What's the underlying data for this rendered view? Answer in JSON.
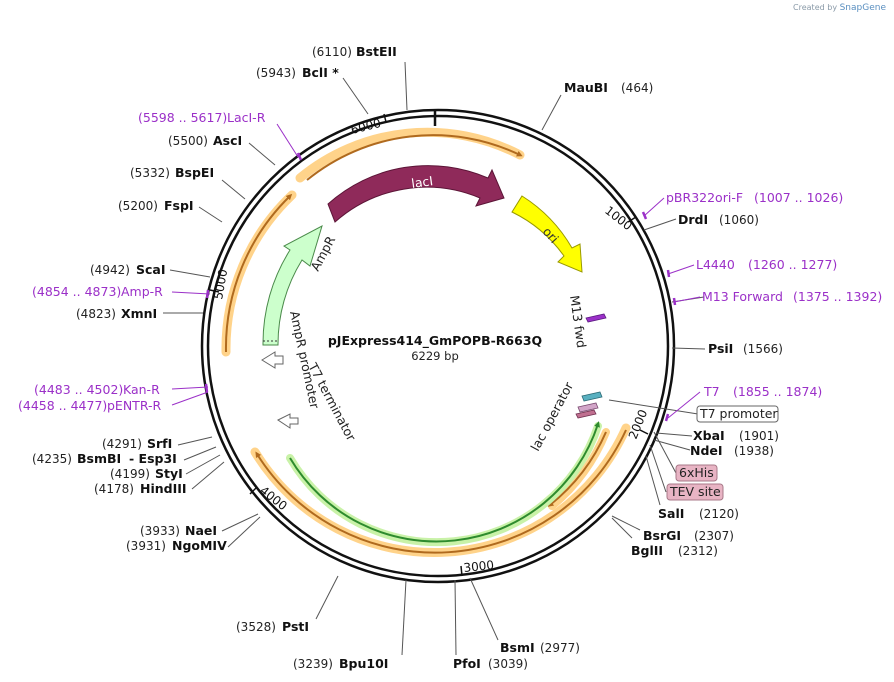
{
  "header": {
    "created_by": "Created by",
    "brand": "SnapGene"
  },
  "plasmid": {
    "name": "pJExpress414_GmPOPB-R663Q",
    "size_label": "6229 bp",
    "length": 6229
  },
  "tick_labels": [
    "1000",
    "2000",
    "3000",
    "4000",
    "5000",
    "6000"
  ],
  "enzymes": [
    {
      "name": "BstEII",
      "pos": "(6110)"
    },
    {
      "name": "BclI *",
      "pos": "(5943)"
    },
    {
      "name": "AscI",
      "pos": "(5500)"
    },
    {
      "name": "BspEI",
      "pos": "(5332)"
    },
    {
      "name": "FspI",
      "pos": "(5200)"
    },
    {
      "name": "ScaI",
      "pos": "(4942)"
    },
    {
      "name": "XmnI",
      "pos": "(4823)"
    },
    {
      "name": "SrfI",
      "pos": "(4291)"
    },
    {
      "name": "BsmBI",
      "pos": "(4235)",
      "extra": "- Esp3I"
    },
    {
      "name": "StyI",
      "pos": "(4199)"
    },
    {
      "name": "HindIII",
      "pos": "(4178)"
    },
    {
      "name": "NaeI",
      "pos": "(3933)"
    },
    {
      "name": "NgoMIV",
      "pos": "(3931)"
    },
    {
      "name": "PstI",
      "pos": "(3528)"
    },
    {
      "name": "Bpu10I",
      "pos": "(3239)"
    },
    {
      "name": "PfoI",
      "pos": "(3039)"
    },
    {
      "name": "BsmI",
      "pos": "(2977)"
    },
    {
      "name": "BglII",
      "pos": "(2312)"
    },
    {
      "name": "BsrGI",
      "pos": "(2307)"
    },
    {
      "name": "SalI",
      "pos": "(2120)"
    },
    {
      "name": "NdeI",
      "pos": "(1938)"
    },
    {
      "name": "XbaI",
      "pos": "(1901)"
    },
    {
      "name": "PsiI",
      "pos": "(1566)"
    },
    {
      "name": "DrdI",
      "pos": "(1060)"
    },
    {
      "name": "MauBI",
      "pos": "(464)"
    }
  ],
  "primers": [
    {
      "name": "LacI-R",
      "range": "(5598 .. 5617)"
    },
    {
      "name": "Amp-R",
      "range": "(4854 .. 4873)"
    },
    {
      "name": "Kan-R",
      "range": "(4483 .. 4502)"
    },
    {
      "name": "pENTR-R",
      "range": "(4458 .. 4477)"
    },
    {
      "name": "pBR322ori-F",
      "range": "(1007 .. 1026)"
    },
    {
      "name": "L4440",
      "range": "(1260 .. 1277)"
    },
    {
      "name": "M13 Forward",
      "range": "(1375 .. 1392)"
    },
    {
      "name": "T7",
      "range": "(1855 .. 1874)"
    }
  ],
  "boxed_labels": [
    "T7 promoter",
    "6xHis",
    "TEV site"
  ],
  "features": {
    "lacI": "lacI",
    "ori": "ori",
    "AmpR": "AmpR",
    "AmpR_promoter": "AmpR promoter",
    "T7_terminator": "T7 terminator",
    "M13_fwd": "M13 fwd",
    "lac_operator": "lac operator"
  },
  "colors": {
    "lacI": "#8f2a5a",
    "ori": "#ffff00",
    "AmpR": "#ccffcc",
    "insert_green": "#2e8b2e",
    "orange": "#b06a1e",
    "orange_glow": "#ffd38a",
    "primer": "#9b30c8",
    "box_fill": "#e8b4c4"
  }
}
